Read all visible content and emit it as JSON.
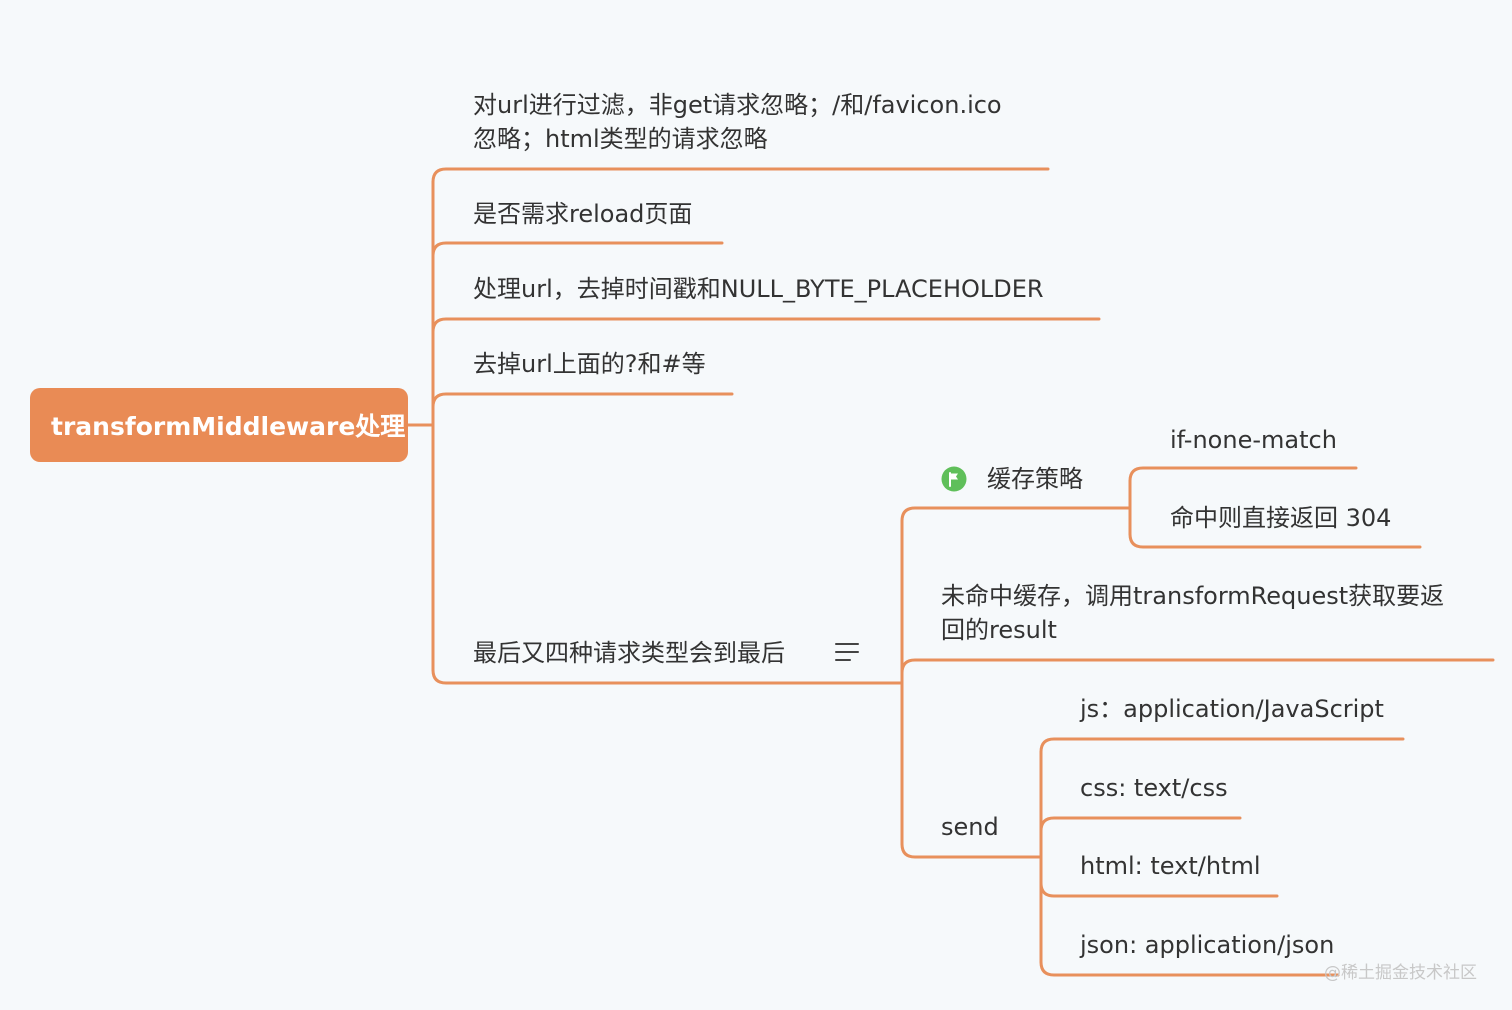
{
  "root": {
    "label": "transformMiddleware处理"
  },
  "branches": [
    {
      "line1": "对url进行过滤，非get请求忽略；/和/favicon.ico",
      "line2": "忽略；html类型的请求忽略"
    },
    {
      "label": "是否需求reload页面"
    },
    {
      "label": "处理url，去掉时间戳和NULL_BYTE_PLACEHOLDER"
    },
    {
      "label": "去掉url上面的?和#等"
    },
    {
      "label": "最后又四种请求类型会到最后"
    }
  ],
  "cache": {
    "label": "缓存策略",
    "icon": "flag-icon",
    "children": [
      "if-none-match",
      "命中则直接返回 304"
    ]
  },
  "miss": {
    "line1": "未命中缓存，调用transformRequest获取要返",
    "line2": "回的result"
  },
  "send": {
    "label": "send",
    "children": [
      "js：application/JavaScript",
      "css: text/css",
      "html: text/html",
      "json: application/json"
    ]
  },
  "watermark": "@稀土掘金技术社区",
  "colors": {
    "line": "#e8905c",
    "root_fill": "#e98b55",
    "flag": "#5fbf5a",
    "background": "#f6f9fb"
  }
}
